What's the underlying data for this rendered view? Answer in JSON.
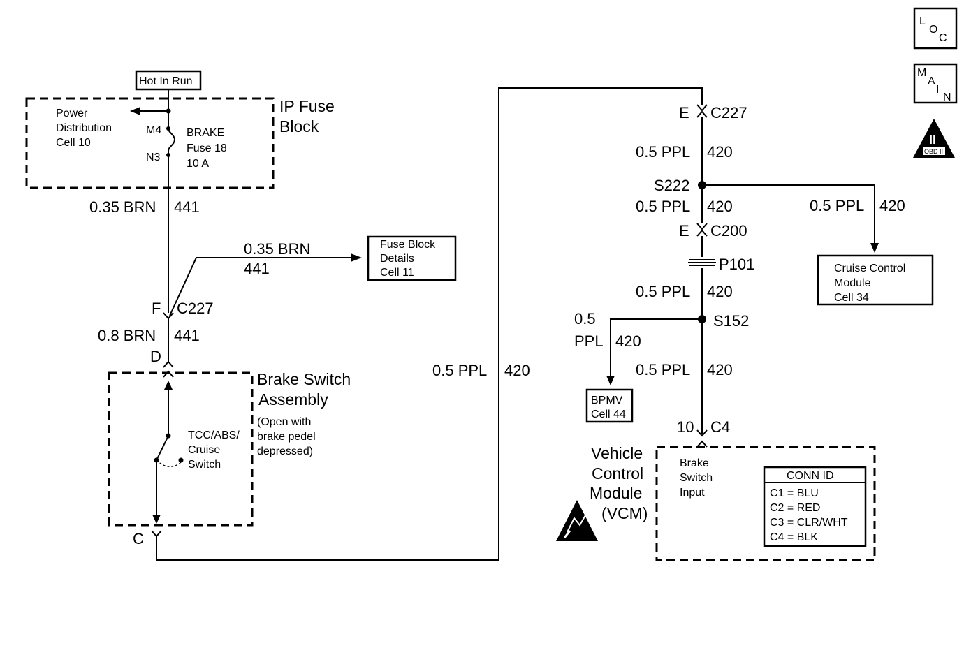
{
  "corner_icons": {
    "loc": [
      "L",
      "O",
      "C"
    ],
    "main": [
      "M",
      "A",
      "I",
      "N"
    ],
    "obd": {
      "numeral": "II",
      "label": "OBD II"
    }
  },
  "hot_in_run": "Hot In Run",
  "ip_fuse_block": {
    "title_line1": "IP Fuse",
    "title_line2": "Block",
    "power_dist": [
      "Power",
      "Distribution",
      "Cell 10"
    ],
    "pin_m4": "M4",
    "pin_n3": "N3",
    "fuse": [
      "BRAKE",
      "Fuse 18",
      "10 A"
    ]
  },
  "wire_labels": {
    "brn035_gauge": "0.35 BRN",
    "brn035_circuit": "441",
    "branch_gauge": "0.35 BRN",
    "branch_circuit": "441",
    "brn08_gauge": "0.8 BRN",
    "brn08_circuit": "441",
    "ppl_mid_gauge": "0.5 PPL",
    "ppl_mid_circuit": "420",
    "ppl_top_gauge": "0.5 PPL",
    "ppl_top_circuit": "420",
    "ppl_s222_gauge": "0.5 PPL",
    "ppl_s222_circuit": "420",
    "ppl_cruise_gauge": "0.5 PPL",
    "ppl_cruise_circuit": "420",
    "ppl_p101_gauge": "0.5 PPL",
    "ppl_p101_circuit": "420",
    "ppl_bpmv_gauge1": "0.5",
    "ppl_bpmv_gauge2": "PPL",
    "ppl_bpmv_circuit": "420",
    "ppl_s152_gauge": "0.5 PPL",
    "ppl_s152_circuit": "420"
  },
  "fuse_block_details": [
    "Fuse Block",
    "Details",
    "Cell 11"
  ],
  "connectors": {
    "f_pin": "F",
    "c227_left": "C227",
    "d_pin": "D",
    "c_pin": "C",
    "e_pin_top": "E",
    "c227_right": "C227",
    "s222": "S222",
    "e_pin_c200": "E",
    "c200": "C200",
    "p101": "P101",
    "s152": "S152",
    "pin10": "10",
    "c4": "C4"
  },
  "brake_switch": {
    "title_line1": "Brake Switch",
    "title_line2": "Assembly",
    "note": [
      "(Open with",
      "brake pedel",
      "depressed)"
    ],
    "switch_label": [
      "TCC/ABS/",
      "Cruise",
      "Switch"
    ]
  },
  "cruise_module": [
    "Cruise Control",
    "Module",
    "Cell 34"
  ],
  "bpmv": [
    "BPMV",
    "Cell 44"
  ],
  "vcm": {
    "title": [
      "Vehicle",
      "Control",
      "Module",
      "(VCM)"
    ],
    "input": [
      "Brake",
      "Switch",
      "Input"
    ]
  },
  "conn_id": {
    "header": "CONN ID",
    "rows": [
      "C1  =  BLU",
      "C2  =  RED",
      "C3  =  CLR/WHT",
      "C4  =  BLK"
    ]
  }
}
